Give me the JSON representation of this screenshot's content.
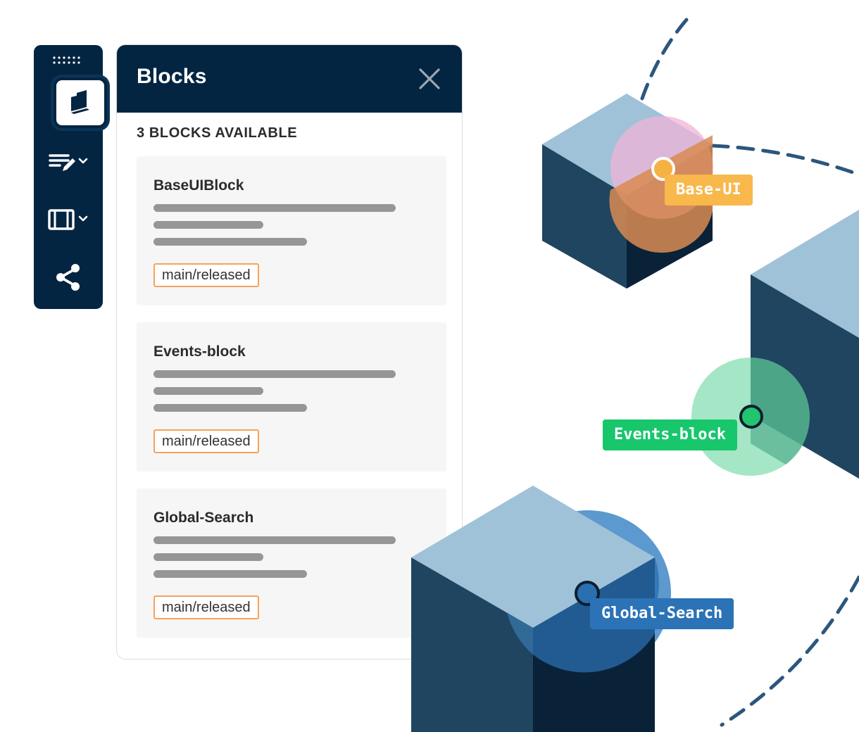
{
  "panel": {
    "title": "Blocks",
    "available_label": "3 BLOCKS AVAILABLE"
  },
  "blocks": [
    {
      "name": "BaseUIBlock",
      "version": "main/released"
    },
    {
      "name": "Events-block",
      "version": "main/released"
    },
    {
      "name": "Global-Search",
      "version": "main/released"
    }
  ],
  "toolbar": {
    "icons": [
      "drag-grip-icon",
      "blocks-icon",
      "edit-text-icon",
      "layout-frame-icon",
      "share-icon"
    ]
  },
  "nodes": [
    {
      "label": "Base-UI",
      "color": "#f5b142"
    },
    {
      "label": "Events-block",
      "color": "#22c46e"
    },
    {
      "label": "Global-Search",
      "color": "#2a6fb0"
    }
  ],
  "colors": {
    "navy": "#042541",
    "cube_top": "#9fc2d9",
    "cube_left": "#1f4560",
    "cube_right": "#0a2238",
    "badge_border": "#f6a35a",
    "dash": "#2b567e"
  }
}
